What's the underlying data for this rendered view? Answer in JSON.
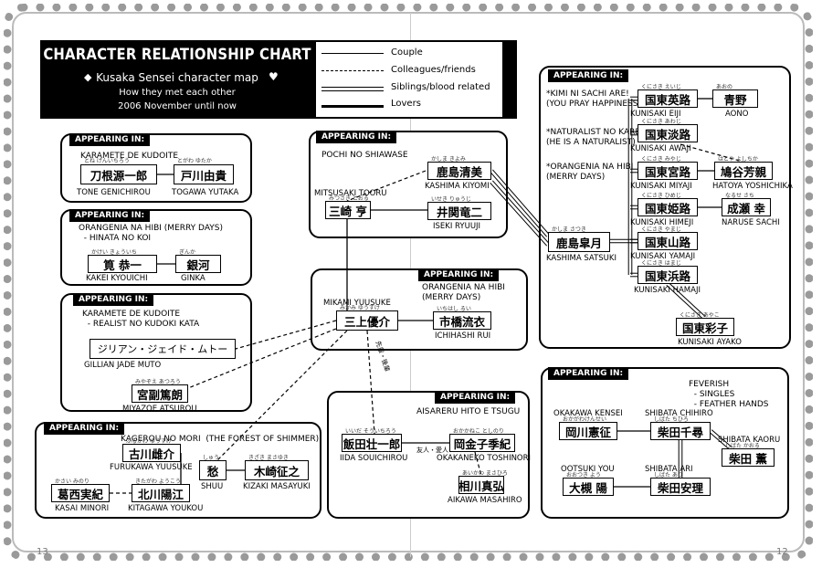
{
  "title": {
    "main": "CHARACTER RELATIONSHIP CHART",
    "subtitle": "Kusaka Sensei character map",
    "line1": "How they met each other",
    "line2": "2006 November until now",
    "diamond": "◆",
    "heart": "♥"
  },
  "legend": [
    {
      "label": "Couple",
      "style": "solid"
    },
    {
      "label": "Colleagues/friends",
      "style": "dashed"
    },
    {
      "label": "Siblings/blood related",
      "style": "double"
    },
    {
      "label": "Lovers",
      "style": "bold"
    }
  ],
  "page_numbers": {
    "left": "13",
    "right": "12"
  },
  "sections": {
    "karamete": {
      "tab": "APPEARING IN:",
      "note": "KARAMETE DE KUDOITE"
    },
    "orangenia_left": {
      "tab": "APPEARING IN:",
      "note": "ORANGENIA NA HIBI (MERRY DAYS)\n  - HINATA NO KOI"
    },
    "realist": {
      "tab": "APPEARING IN:",
      "note": "KARAMETE DE KUDOITE\n  - REALIST NO KUDOKI KATA"
    },
    "kagerou": {
      "tab": "APPEARING IN:",
      "note": "KAGEROU NO MORI  (THE FOREST OF SHIMMER)"
    },
    "pochi": {
      "tab": "APPEARING IN:",
      "note": "POCHI NO SHIAWASE"
    },
    "orangenia_center": {
      "tab": "APPEARING IN:",
      "note": "ORANGENIA NA HIBI\n(MERRY DAYS)"
    },
    "aisareru": {
      "tab": "APPEARING IN:",
      "note": "AISARERU HITO E TSUGU"
    },
    "kunisaki": {
      "tab": "APPEARING IN:",
      "note1": "*KIMI NI SACHI ARE!\n(YOU PRAY HAPPINESS)",
      "note2": "*NATURALIST NO KARE\n(HE IS A NATURALIST)",
      "note3": "*ORANGENIA NA HIBI\n(MERRY DAYS)"
    },
    "feverish": {
      "tab": "APPEARING IN:",
      "note": "FEVERISH\n  - SINGLES\n  - FEATHER HANDS"
    }
  },
  "characters": {
    "tone": {
      "kanji": "刀根源一郎",
      "roma": "TONE GENICHIROU",
      "furi": "とね  げんいちろう"
    },
    "togawa": {
      "kanji": "戸川由貴",
      "roma": "TOGAWA YUTAKA",
      "furi": "とがわ  ゆたか"
    },
    "kakei": {
      "kanji": "筧 恭一",
      "roma": "KAKEI KYOUICHI",
      "furi": "かけい きょういち"
    },
    "ginka": {
      "kanji": "銀河",
      "roma": "GINKA",
      "furi": "ぎんか"
    },
    "gillian": {
      "kanji": "ジリアン・ジェイド・ムトー",
      "roma": "GILLIAN JADE MUTO"
    },
    "miyazoe": {
      "kanji": "宮副篤朗",
      "roma": "MIYAZOE ATSUROU",
      "furi": "みやぞえ あつろう"
    },
    "furukawa": {
      "kanji": "古川雌介",
      "roma": "FURUKAWA YUUSUKE",
      "furi": "ふるかわ ゆうすけ"
    },
    "kasai": {
      "kanji": "葛西実紀",
      "roma": "KASAI MINORI",
      "furi": "かさい みのり"
    },
    "kitagawa": {
      "kanji": "北川陽江",
      "roma": "KITAGAWA YOUKOU",
      "furi": "きたがわ ようこう"
    },
    "shuu": {
      "kanji": "愁",
      "roma": "SHUU",
      "furi": "しゅう"
    },
    "kizaki": {
      "kanji": "木崎征之",
      "roma": "KIZAKI MASAYUKI",
      "furi": "きざき まさゆき"
    },
    "kashima_kiyomi": {
      "kanji": "鹿島清美",
      "roma": "KASHIMA KIYOMI",
      "furi": "かしま きよみ"
    },
    "mitsusaki": {
      "kanji": "三崎 亨",
      "roma": "MITSUSAKI TOORU",
      "furi": "みつさき とおる"
    },
    "iseki": {
      "kanji": "井関竜二",
      "roma": "ISEKI RYUUJI",
      "furi": "いせき りゅうじ"
    },
    "mikami": {
      "kanji": "三上優介",
      "roma": "MIKAMI YUUSUKE",
      "furi": "みかみ  ゆうすけ"
    },
    "ichihashi": {
      "kanji": "市橋流衣",
      "roma": "ICHIHASHI RUI",
      "furi": "いちはし るい"
    },
    "iida": {
      "kanji": "飯田壮一郎",
      "roma": "IIDA SOUICHIROU",
      "furi": "いいだ そういちろう"
    },
    "okakaneko": {
      "kanji": "岡金子季紀",
      "roma": "OKAKANEKO TOSHINORI",
      "furi": "おかかねこ としのり"
    },
    "aikawa": {
      "kanji": "相川真弘",
      "roma": "AIKAWA MASAHIRO",
      "furi": "あいかわ まさひろ"
    },
    "eiji": {
      "kanji": "国東英路",
      "roma": "KUNISAKI   EIJI",
      "furi": "くにさき  えいじ"
    },
    "aono": {
      "kanji": "青野",
      "roma": "AONO",
      "furi": "あおの"
    },
    "awaji": {
      "kanji": "国東淡路",
      "roma": "KUNISAKI   AWAJI",
      "furi": "くにさき  あわじ"
    },
    "miyaji": {
      "kanji": "国東宮路",
      "roma": "KUNISAKI   MIYAJI",
      "furi": "くにさき  みやじ"
    },
    "hatoya": {
      "kanji": "鳩谷芳親",
      "roma": "HATOYA YOSHICHIKA",
      "furi": "はとや  よしちか"
    },
    "himeji": {
      "kanji": "国東姫路",
      "roma": "KUNISAKI   HIMEJI",
      "furi": "くにさき  ひめじ"
    },
    "naruse": {
      "kanji": "成瀬 幸",
      "roma": "NARUSE SACHI",
      "furi": "なるせ さち"
    },
    "satsuki": {
      "kanji": "鹿島皐月",
      "roma": "KASHIMA SATSUKI",
      "furi": "かしま  さつき"
    },
    "yamaji": {
      "kanji": "国東山路",
      "roma": "KUNISAKI   YAMAJI",
      "furi": "くにさき  やまじ"
    },
    "hamaji": {
      "kanji": "国東浜路",
      "roma": "KUNISAKI HAMAJI",
      "furi": "くにさき  はまじ"
    },
    "ayako": {
      "kanji": "国東彩子",
      "roma": "KUNISAKI AYAKO",
      "furi": "くにさき  あやこ"
    },
    "okakawa": {
      "kanji": "岡川憲征",
      "roma": "OKAKAWA KENSEI",
      "furi": "おかがわけんせい"
    },
    "chihiro": {
      "kanji": "柴田千尋",
      "roma": "SHIBATA CHIHIRO",
      "furi": "しばた  ちひろ"
    },
    "kaoru": {
      "kanji": "柴田 薫",
      "roma": "SHIBATA KAORU",
      "furi": "しばた  かおる"
    },
    "ootsuki": {
      "kanji": "大槻 陽",
      "roma": "OOTSUKI YOU",
      "furi": "おおつき よう"
    },
    "ari": {
      "kanji": "柴田安理",
      "roma": "SHIBATA   ARI",
      "furi": "しばた  あり"
    }
  },
  "edge_labels": {
    "mikami_iida": "先輩・後輩",
    "iida_okakaneko": "友人・愛人"
  }
}
